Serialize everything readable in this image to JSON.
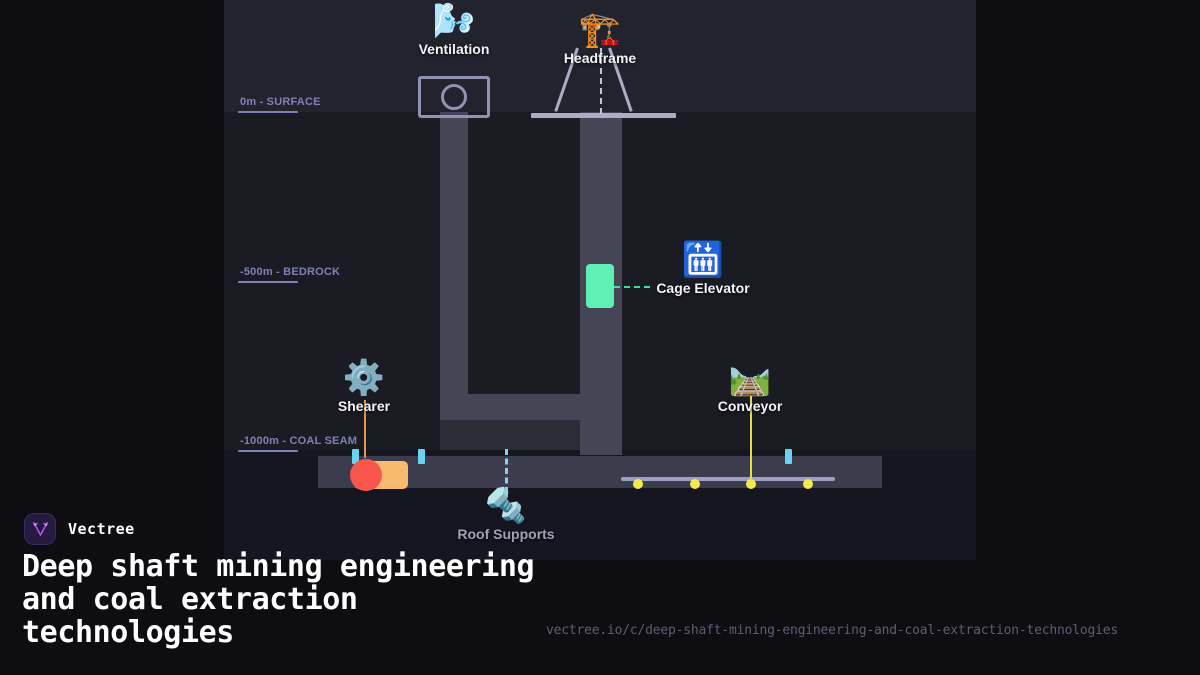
{
  "brand": {
    "name": "Vectree",
    "logo_icon": "vectree-branch-logo",
    "logo_bg": "#251a40",
    "logo_accent": "#c452f5"
  },
  "headline": "Deep shaft mining engineering and coal extraction technologies",
  "url": "vectree.io/c/deep-shaft-mining-engineering-and-coal-extraction-technologies",
  "diagram": {
    "title": "deep-shaft-mine-cross-section",
    "background": "#23232e",
    "depth_markers": [
      {
        "label": "0m - SURFACE",
        "color": "#7c81b8"
      },
      {
        "label": "-500m - BEDROCK",
        "color": "#7c81b8"
      },
      {
        "label": "-1000m - COAL SEAM",
        "color": "#7c81b8"
      }
    ],
    "nodes": [
      {
        "name": "ventilation",
        "label": "Ventilation",
        "icon": "🌬️",
        "icon_name": "wind-icon"
      },
      {
        "name": "headframe",
        "label": "Headframe",
        "icon": "🏗️",
        "icon_name": "construction-crane-icon"
      },
      {
        "name": "cage-elevator",
        "label": "Cage Elevator",
        "icon": "🛗",
        "icon_name": "elevator-icon"
      },
      {
        "name": "shearer",
        "label": "Shearer",
        "icon": "⚙️",
        "icon_name": "gear-icon"
      },
      {
        "name": "conveyor",
        "label": "Conveyor",
        "icon": "🛤️",
        "icon_name": "railway-track-icon"
      },
      {
        "name": "roof-supports",
        "label": "Roof Supports",
        "icon": "🔩",
        "icon_name": "nut-and-bolt-icon"
      }
    ],
    "colors": {
      "shaft": "#454556",
      "surface_steel": "#a9aec6",
      "cage": "#5ff0b6",
      "shearer_body": "#f9ba70",
      "shearer_drum": "#f9564f",
      "hydraulic_prop": "#6ad2f2",
      "conveyor_roller": "#f2e94e",
      "conveyor_belt": "#9ca1c0"
    }
  }
}
